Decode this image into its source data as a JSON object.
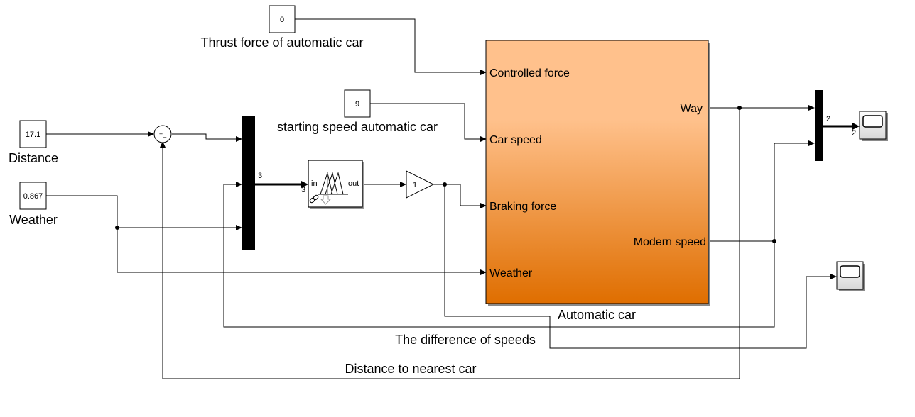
{
  "constants": {
    "thrust": {
      "value": "0",
      "label": "Thrust force of automatic car"
    },
    "speed": {
      "value": "9",
      "label": "starting speed automatic car"
    },
    "distance": {
      "value": "17.1",
      "label": "Distance"
    },
    "weather": {
      "value": "0.867",
      "label": "Weather"
    }
  },
  "sum_block": {
    "signs": "+_"
  },
  "mux_main": {
    "width": "3"
  },
  "fuzzy_block": {
    "in_label": "in",
    "out_label": "out",
    "in_width": "3"
  },
  "gain_block": {
    "value": "1"
  },
  "subsystem": {
    "name": "Automatic car",
    "color_top": "#ffc18c",
    "color_bottom": "#df6e00",
    "inputs": [
      "Controlled force",
      "Car speed",
      "Braking force",
      "Weather"
    ],
    "outputs": [
      "Way",
      "Modern speed"
    ]
  },
  "mux_right": {
    "width": "2"
  },
  "scope_top": {
    "width": "2"
  },
  "signal_labels": {
    "difference": "The difference of speeds",
    "distance_nearest": "Distance to nearest car"
  }
}
